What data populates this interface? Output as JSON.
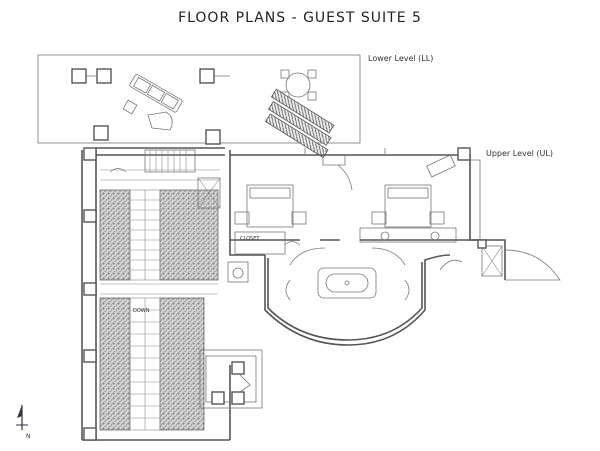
{
  "title": "FLOOR PLANS - GUEST SUITE 5",
  "labels": {
    "lower_level": "Lower Level (LL)",
    "upper_level": "Upper Level (UL)",
    "closet": "CLOSET",
    "down": "DOWN"
  },
  "north_arrow": {
    "icon": "north-arrow-icon",
    "letter": "N"
  }
}
